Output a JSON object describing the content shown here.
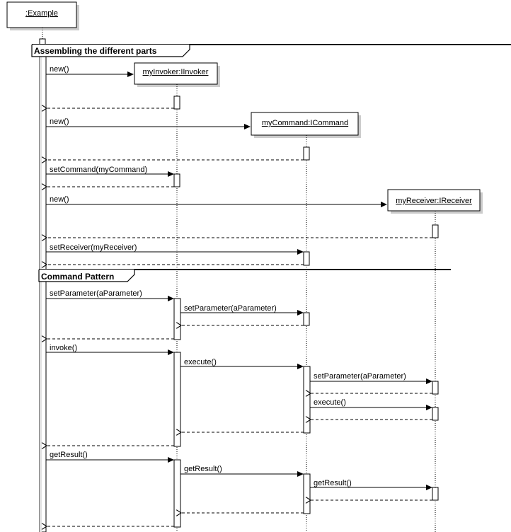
{
  "lifelines": {
    "example": ":Example",
    "invoker": "myInvoker:IInvoker",
    "command": "myCommand:ICommand",
    "receiver": "myReceiver:IReceiver"
  },
  "fragments": {
    "assembling": "Assembling the different parts",
    "pattern": "Command Pattern"
  },
  "messages": {
    "new_invoker": "new()",
    "new_command": "new()",
    "set_command": "setCommand(myCommand)",
    "new_receiver": "new()",
    "set_receiver": "setReceiver(myReceiver)",
    "set_param_1": "setParameter(aParameter)",
    "set_param_2": "setParameter(aParameter)",
    "invoke": "invoke()",
    "execute_1": "execute()",
    "set_param_3": "setParameter(aParameter)",
    "execute_2": "execute()",
    "get_result_1": "getResult()",
    "get_result_2": "getResult()",
    "get_result_3": "getResult()"
  }
}
